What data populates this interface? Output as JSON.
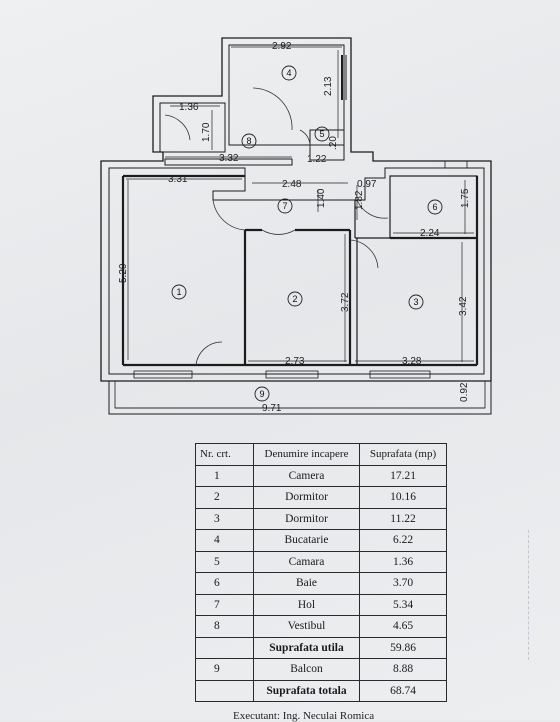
{
  "plan": {
    "dimensions": {
      "kitchen_width": "2.92",
      "kitchen_height": "2.13",
      "vestibul_left": "1.36",
      "vestibul_height": "1.70",
      "vestibul_width": "3.32",
      "pantry_height": ".20",
      "pantry_width": "1.22",
      "room1_width": "3.31",
      "hall_width": "2.48",
      "hall_height": "1.40",
      "bath_connector": "0.97",
      "hall_side": "1.82",
      "bath_height": "1.75",
      "bath_width": "2.24",
      "room1_height": "5.20",
      "room2_height": "3.72",
      "room3_height": "3.42",
      "room2_width": "2.73",
      "room3_width": "3.28",
      "balcony_width": "9.71",
      "balcony_depth": "0.92"
    },
    "room_numbers": [
      "1",
      "2",
      "3",
      "4",
      "5",
      "6",
      "7",
      "8",
      "9"
    ]
  },
  "table": {
    "headers": [
      "Nr. crt.",
      "Denumire incapere",
      "Suprafata (mp)"
    ],
    "rows": [
      {
        "nr": "1",
        "name": "Camera",
        "area": "17.21"
      },
      {
        "nr": "2",
        "name": "Dormitor",
        "area": "10.16"
      },
      {
        "nr": "3",
        "name": "Dormitor",
        "area": "11.22"
      },
      {
        "nr": "4",
        "name": "Bucatarie",
        "area": "6.22"
      },
      {
        "nr": "5",
        "name": "Camara",
        "area": "1.36"
      },
      {
        "nr": "6",
        "name": "Baie",
        "area": "3.70"
      },
      {
        "nr": "7",
        "name": "Hol",
        "area": "5.34"
      },
      {
        "nr": "8",
        "name": "Vestibul",
        "area": "4.65"
      }
    ],
    "useful_label": "Suprafata utila",
    "useful_value": "59.86",
    "balcony": {
      "nr": "9",
      "name": "Balcon",
      "area": "8.88"
    },
    "total_label": "Suprafata totala",
    "total_value": "68.74"
  },
  "footer": {
    "executant": "Executant: Ing. Neculai Romica"
  }
}
